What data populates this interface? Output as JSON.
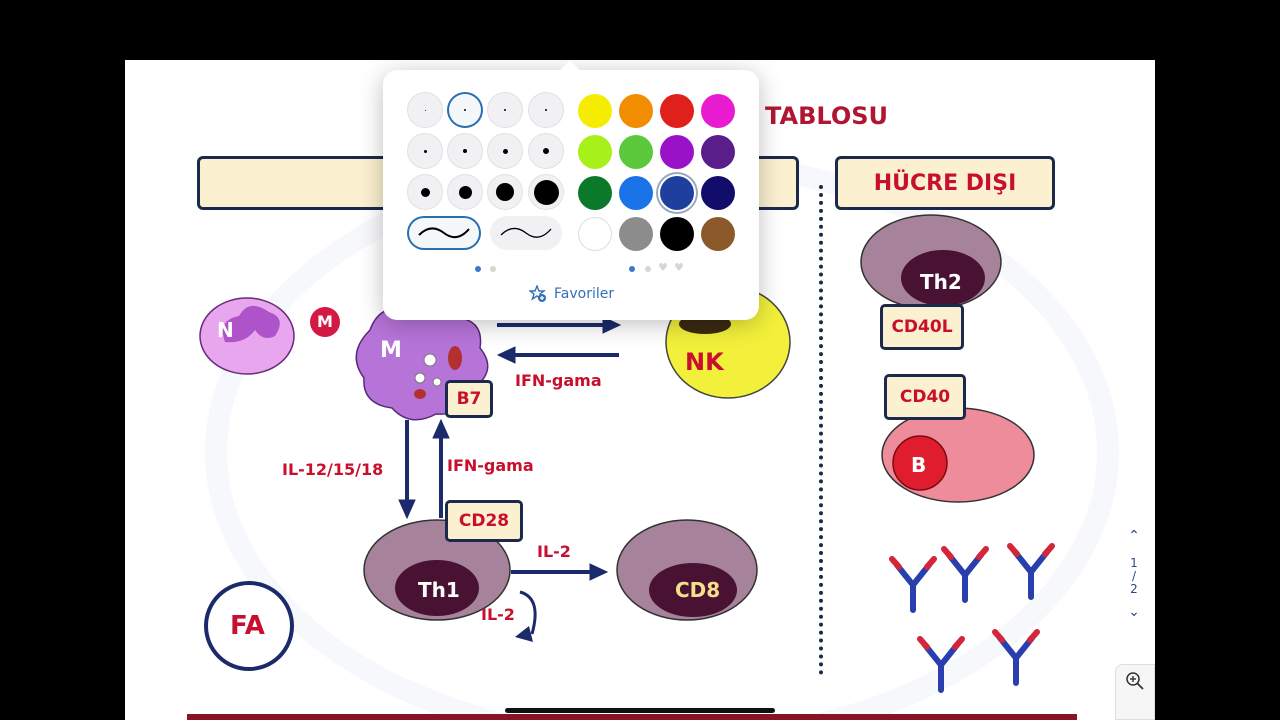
{
  "diagram": {
    "title_partial": "TABLOSU",
    "header_right": "HÜCRE DIŞI",
    "cells": {
      "neutrophil": "N",
      "macrophage_small": "M",
      "macrophage_big": "M",
      "nk": "NK",
      "th1": "Th1",
      "cd8": "CD8",
      "th2": "Th2",
      "b_cell": "B"
    },
    "tags": {
      "b7": "B7",
      "cd28": "CD28",
      "cd40l": "CD40L",
      "cd40": "CD40"
    },
    "arrow_labels": {
      "ifn_gama_1": "IFN-gama",
      "ifn_gama_2": "IFN-gama",
      "il_12": "IL-12/15/18",
      "il_2_a": "IL-2",
      "il_2_b": "IL-2"
    },
    "logo": "FA"
  },
  "palette": {
    "favorites_label": "Favoriler",
    "colors": [
      "#f5ec00",
      "#f28c00",
      "#e0201b",
      "#e91bd0",
      "#a8f01a",
      "#5cc83c",
      "#9912c8",
      "#5a1e8a",
      "#0a7a2a",
      "#1a73e8",
      "#1f3f9e",
      "#120c6a",
      "#ffffff",
      "#8c8c8c",
      "#000000",
      "#8b5a2b"
    ],
    "selected_color_index": 10,
    "selected_pen_index": 1
  },
  "pager": {
    "current": "1",
    "sep": "/",
    "total": "2"
  }
}
